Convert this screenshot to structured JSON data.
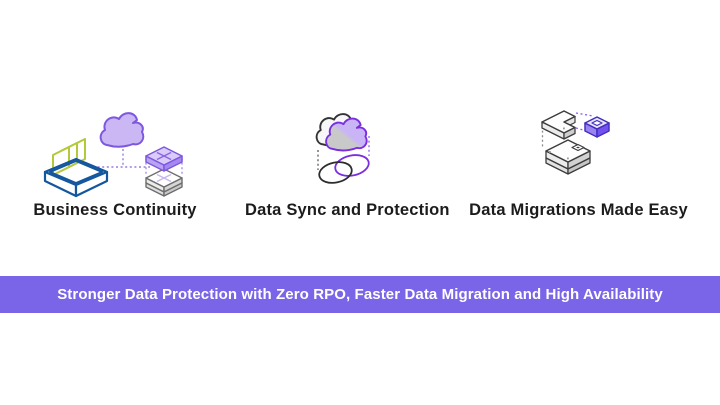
{
  "features": [
    {
      "label": "Business Continuity",
      "icon": "business-continuity-icon"
    },
    {
      "label": "Data Sync and Protection",
      "icon": "data-sync-protection-icon"
    },
    {
      "label": "Data Migrations Made Easy",
      "icon": "data-migration-icon"
    }
  ],
  "banner": {
    "text": "Stronger Data Protection with Zero RPO, Faster Data Migration and High Availability"
  },
  "colors": {
    "banner_background": "#7a64e8",
    "banner_text": "#ffffff",
    "label_text": "#1c1c1c",
    "accent_purple": "#7e57e0",
    "cube_purple": "#7451ef",
    "lavender_fill": "#cab7f3",
    "tray_blue": "#15579e",
    "file_green": "#b4c93a",
    "slab_gray_outline": "#6e6e6e",
    "background": "#ffffff"
  }
}
